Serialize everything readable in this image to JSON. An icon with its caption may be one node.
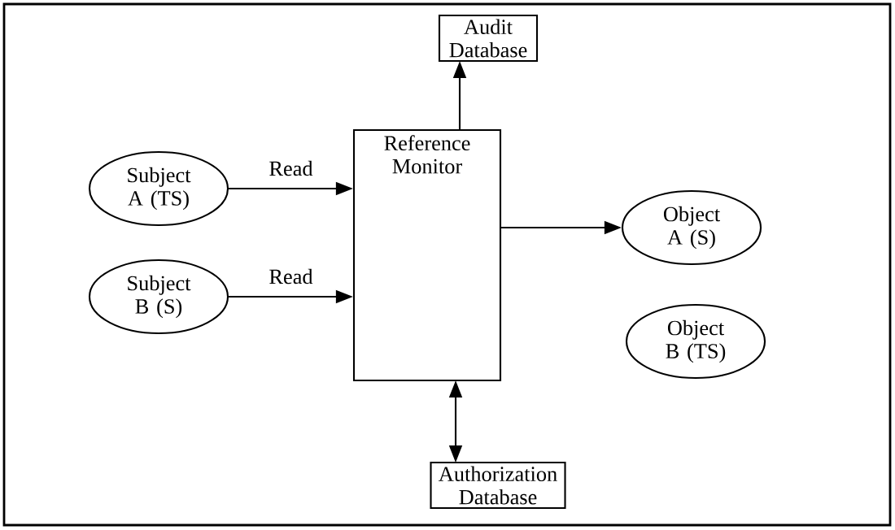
{
  "diagram": {
    "nodes": [
      {
        "text": [
          "Audit Database"
        ]
      },
      {
        "text": [
          "Reference Monitor"
        ]
      },
      {
        "text": [
          "Subject A (TS)"
        ]
      },
      {
        "text": [
          "Subject B (S)"
        ]
      },
      {
        "text": [
          "Object A (S)"
        ]
      },
      {
        "text": [
          "Object B (TS)"
        ]
      },
      {
        "text": [
          "Authorization Database"
        ]
      }
    ],
    "edges": [
      {
        "from": 1,
        "to": 0,
        "arrow": "to"
      },
      {
        "from": 2,
        "to": 1,
        "arrow": "to",
        "label": "Read"
      },
      {
        "from": 3,
        "to": 1,
        "arrow": "to",
        "label": "Read"
      },
      {
        "from": 1,
        "to": 4,
        "arrow": "to"
      },
      {
        "from": 1,
        "to": 6,
        "arrow": "both"
      }
    ]
  }
}
